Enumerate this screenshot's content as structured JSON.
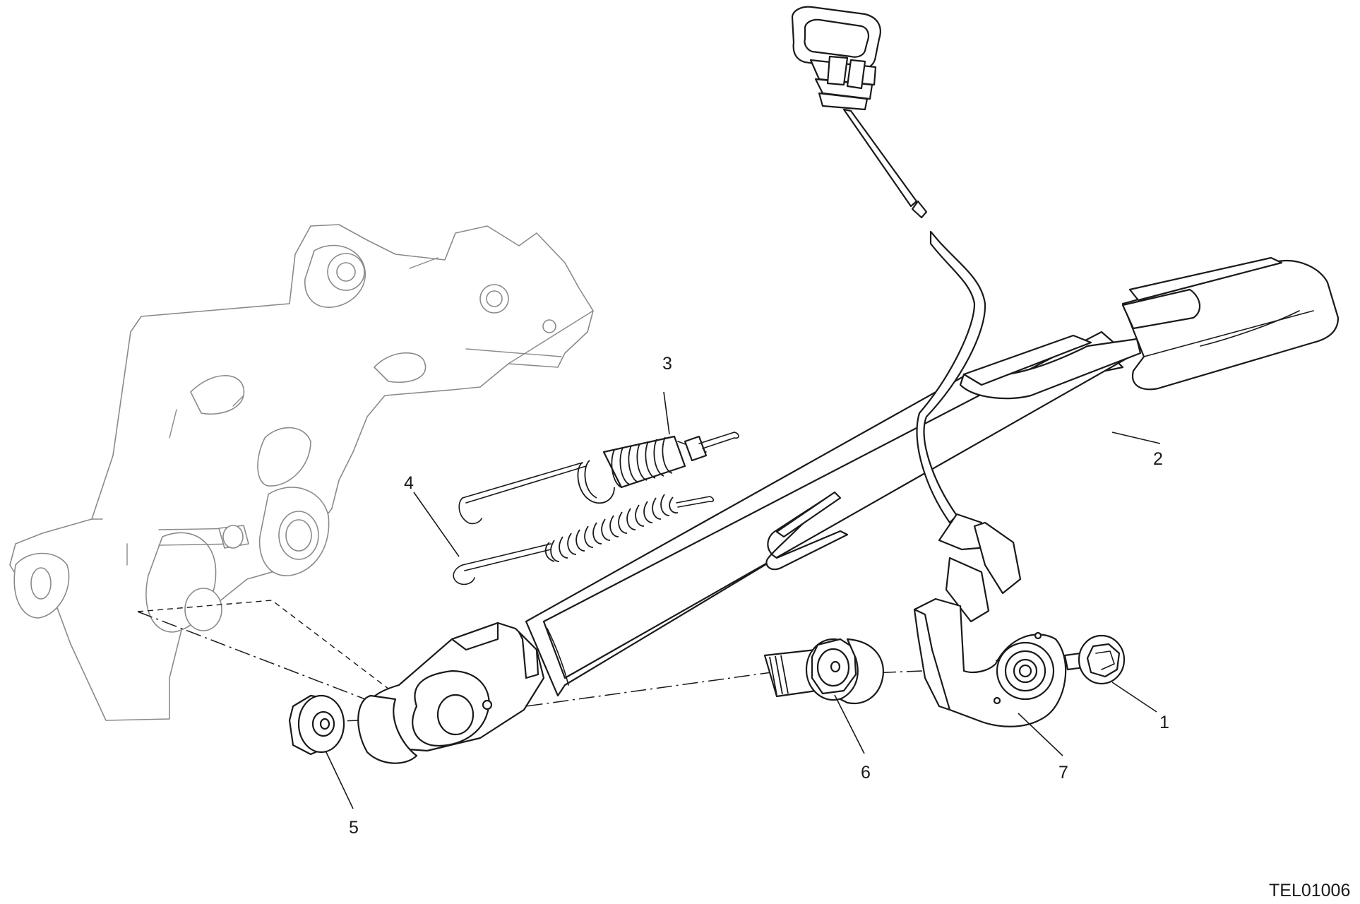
{
  "callouts": [
    {
      "id": "1",
      "label": "1"
    },
    {
      "id": "2",
      "label": "2"
    },
    {
      "id": "3",
      "label": "3"
    },
    {
      "id": "4",
      "label": "4"
    },
    {
      "id": "5",
      "label": "5"
    },
    {
      "id": "6",
      "label": "6"
    },
    {
      "id": "7",
      "label": "7"
    }
  ],
  "drawing_code": "TEL01006"
}
